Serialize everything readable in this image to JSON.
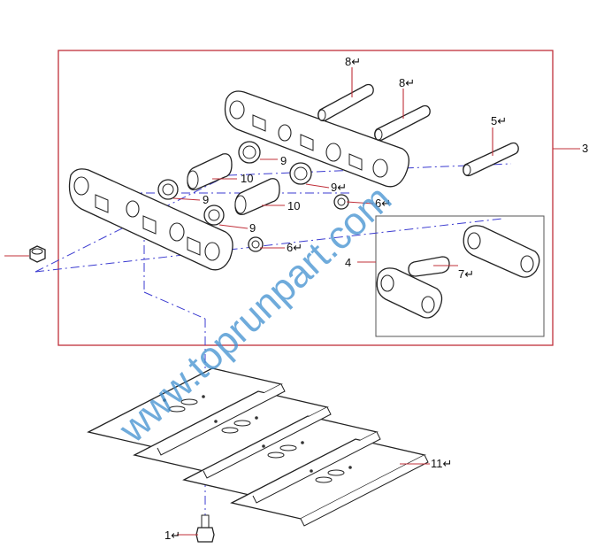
{
  "callouts": {
    "c1": "1",
    "c3": "3",
    "c4": "4",
    "c5": "5",
    "c6a": "6",
    "c6b": "6",
    "c7": "7",
    "c8a": "8",
    "c8b": "8",
    "c9a": "9",
    "c9b": "9",
    "c9c": "9",
    "c9d": "9",
    "c10a": "10",
    "c10b": "10",
    "c11": "11"
  },
  "marker": "↵",
  "watermark": "www.toprunpart.com",
  "colors": {
    "frame": "#c0303a",
    "centerline": "#3b3bd0",
    "watermark": "#3f8fd0",
    "linework": "#222222"
  }
}
